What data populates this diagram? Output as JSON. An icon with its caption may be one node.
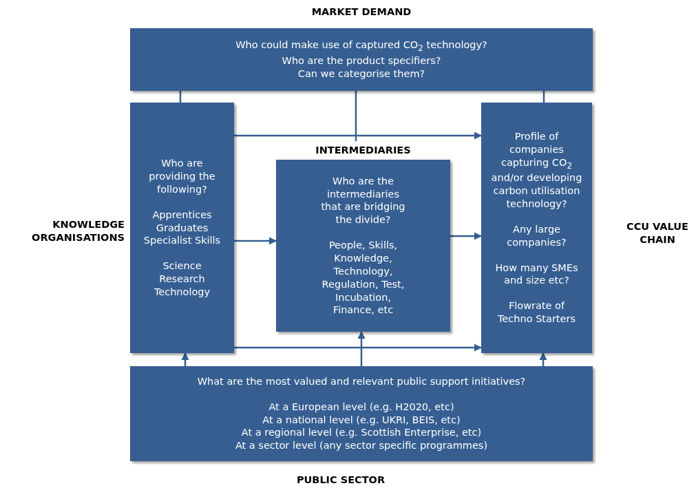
{
  "diagram": {
    "nodes": [
      {
        "text": [
          "MARKET DEMAND",
          "Who could make use of captured CO$_{2}$ technology?",
          "Who are the product specifiers?",
          "Can we categorise them?"
        ]
      },
      {
        "text": [
          "KNOWLEDGE ORGANISATIONS",
          "Who are providing the following?",
          "Apprentices Graduates Specialist Skills",
          "Science Research Technology"
        ]
      },
      {
        "text": [
          "INTERMEDIARIES",
          "Who are the intermediaries that are bridging the divide?",
          "People, Skills, Knowledge, Technology, Regulation, Test, Incubation, Finance, etc"
        ]
      },
      {
        "text": [
          "CCU VALUE CHAIN",
          "Profile of companies capturing CO$_{2}$ and/or developing carbon utilisation technology?",
          "Any large companies?",
          "How many SMEs and size etc?",
          "Flowrate of Techno Starters"
        ]
      },
      {
        "text": [
          "What are the most valued and relevant public support initiatives?",
          "At a European level (e.g. H2020, etc)",
          "At a national level (e.g. UKRI, BEIS, etc)",
          "At a regional level  (e.g. Scottish Enterprise, etc)",
          "At a sector level (any sector specific programmes)",
          "PUBLIC SECTOR"
        ]
      }
    ],
    "edges": [
      {
        "from": 0,
        "to": 1,
        "arrow": "none"
      },
      {
        "from": 0,
        "to": 2,
        "arrow": "none"
      },
      {
        "from": 0,
        "to": 3,
        "arrow": "none"
      },
      {
        "from": 1,
        "to": 3,
        "arrow": "to"
      },
      {
        "from": 1,
        "to": 2,
        "arrow": "to"
      },
      {
        "from": 2,
        "to": 3,
        "arrow": "to"
      },
      {
        "from": 1,
        "to": 3,
        "arrow": "to"
      },
      {
        "from": 4,
        "to": 1,
        "arrow": "to"
      },
      {
        "from": 4,
        "to": 2,
        "arrow": "to"
      },
      {
        "from": 4,
        "to": 3,
        "arrow": "to"
      }
    ]
  }
}
